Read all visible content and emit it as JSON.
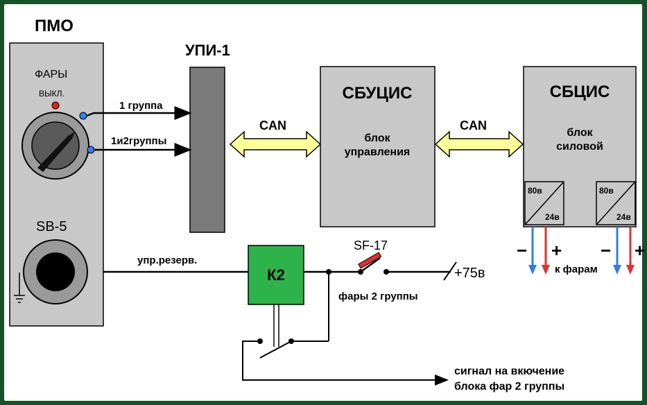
{
  "colors": {
    "background": "#17502a",
    "block_gray": "#c8c8c8",
    "upi_gray": "#7a7a7a",
    "k2_green": "#2db34a",
    "can_arrow": "#ffff99",
    "led_red": "#e02020",
    "led_blue": "#2f80ed",
    "minus_arrow": "#2f7fe0",
    "plus_arrow": "#e03030"
  },
  "pmo": {
    "title": "ПМО",
    "switch_label": "ФАРЫ",
    "off_label": "ВЫКЛ.",
    "button_label": "SB-5"
  },
  "upi": {
    "title": "УПИ-1"
  },
  "wires": {
    "group1": "1 группа",
    "group12": "1и2группы",
    "reserve": "упр.резерв."
  },
  "can": {
    "left": "CAN",
    "right": "CAN"
  },
  "sbucis": {
    "title": "СБУЦИС",
    "line1": "блок",
    "line2": "управления"
  },
  "sbscis": {
    "title": "СБЦИС",
    "line1": "блок",
    "line2": "силовой",
    "converter_top": "80в",
    "converter_bottom": "24в"
  },
  "k2": {
    "label": "К2"
  },
  "sf": {
    "label": "SF-17"
  },
  "supply": {
    "label": "+75в"
  },
  "fary2": {
    "label": "фары 2 группы"
  },
  "outputs": {
    "minus": "−",
    "plus": "+",
    "label": "к фарам"
  },
  "signal": {
    "line1": "сигнал на вкючение",
    "line2": "блока фар 2 группы"
  }
}
